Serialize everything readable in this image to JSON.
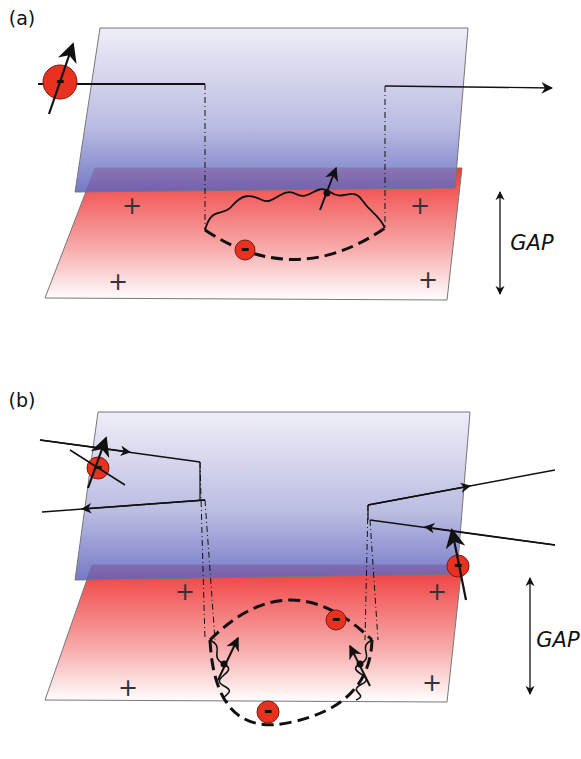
{
  "diagram": {
    "labels": [
      "(a)",
      "GAP",
      "+",
      "+",
      "+",
      "+",
      "-",
      "-",
      "(b)",
      "GAP",
      "+",
      "+",
      "+",
      "+",
      "-",
      "-",
      "-",
      "-"
    ]
  }
}
